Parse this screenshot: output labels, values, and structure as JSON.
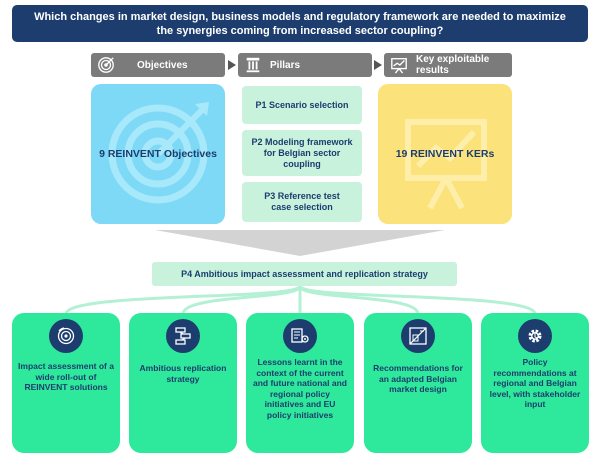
{
  "question": "Which changes in market design, business models and regulatory framework are needed to maximize the synergies coming from increased sector coupling?",
  "headers": {
    "objectives": "Objectives",
    "pillars": "Pillars",
    "results": "Key exploitable results"
  },
  "objectives_box": "9 REINVENT Objectives",
  "results_box": "19 REINVENT KERs",
  "pillars": [
    "P1 Scenario selection",
    "P2 Modeling framework for Belgian sector coupling",
    "P3 Reference test case selection"
  ],
  "p4": "P4 Ambitious impact assessment and replication strategy",
  "cards": [
    "Impact assessment of a wide roll-out of REINVENT solutions",
    "Ambitious replication strategy",
    "Lessons learnt in the context of the current and future national and regional policy initiatives and EU policy initiatives",
    "Recommendations for an adapted Belgian market design",
    "Policy recommendations at regional and Belgian level, with stakeholder input"
  ],
  "colors": {
    "navy": "#1c3d6e",
    "header_grey": "#7b7b7b",
    "objectives_blue": "#7dd9f6",
    "results_yellow": "#fbe27a",
    "pillar_green": "#c9f2dd",
    "card_green": "#2ee89c"
  },
  "icons": [
    "target-icon",
    "pillar-icon",
    "presentation-chart-icon",
    "circular-target-icon",
    "flow-steps-icon",
    "document-gear-icon",
    "blueprint-icon",
    "policy-gear-icon"
  ]
}
